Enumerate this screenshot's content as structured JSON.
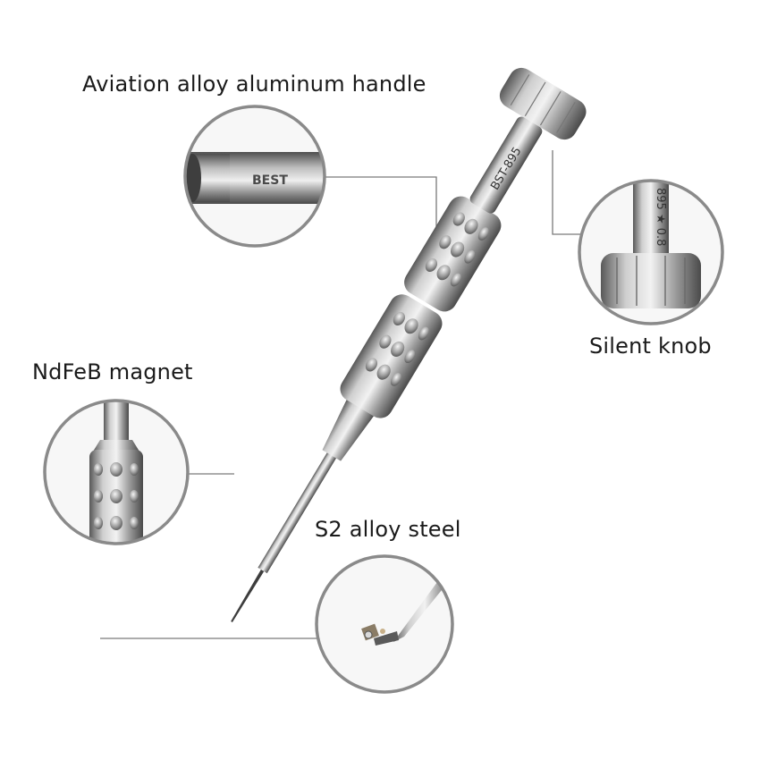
{
  "labels": {
    "handle": "Aviation alloy aluminum handle",
    "knob": "Silent knob",
    "magnet": "NdFeB magnet",
    "steel": "S2 alloy steel"
  },
  "engraving": {
    "brand": "BEST",
    "model": "BST-895",
    "knob_mark": "895 ★ 0.8"
  },
  "colors": {
    "background": "#ffffff",
    "metal_light": "#e6e6e6",
    "metal_mid": "#a9a9a9",
    "metal_dark": "#5c5c5c",
    "circle_border": "#8a8a8a",
    "leader_line": "#7a7a7a"
  }
}
